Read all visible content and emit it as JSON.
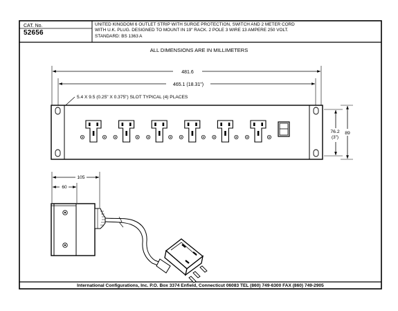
{
  "header": {
    "cat_label": "CAT. No.",
    "cat_number": "52656",
    "description_lines": [
      "UNITED KINGDOM 6 OUTLET STRIP WITH SURGE PROTECTION, SWITCH AND 2 METER CORD",
      "WITH U.K. PLUG. DESIGNED TO MOUNT IN 19\" RACK. 2 POLE 3 WIRE 13 AMPERE 250 VOLT.",
      "STANDARD: BS 1363 A"
    ],
    "dimensions_note": "ALL DIMENSIONS ARE IN MILLIMETERS"
  },
  "front_view": {
    "overall_width": "481.6",
    "hole_spacing": "465.1 (18.31\")",
    "slot_note": "5.4 X 9.5 (0.25\" X 0.375\") SLOT TYPICAL (4) PLACES",
    "height_label": "76.2",
    "height_inches": "(3\")",
    "depth_label": "89",
    "outlet_count": 6
  },
  "side_view": {
    "depth_overall": "105",
    "depth_body": "60"
  },
  "footer": {
    "text": "International Configurations, Inc.  P.O. Box 3374  Enfield, Connecticut 06083 TEL (860) 749-6300  FAX (860) 749-2905"
  }
}
